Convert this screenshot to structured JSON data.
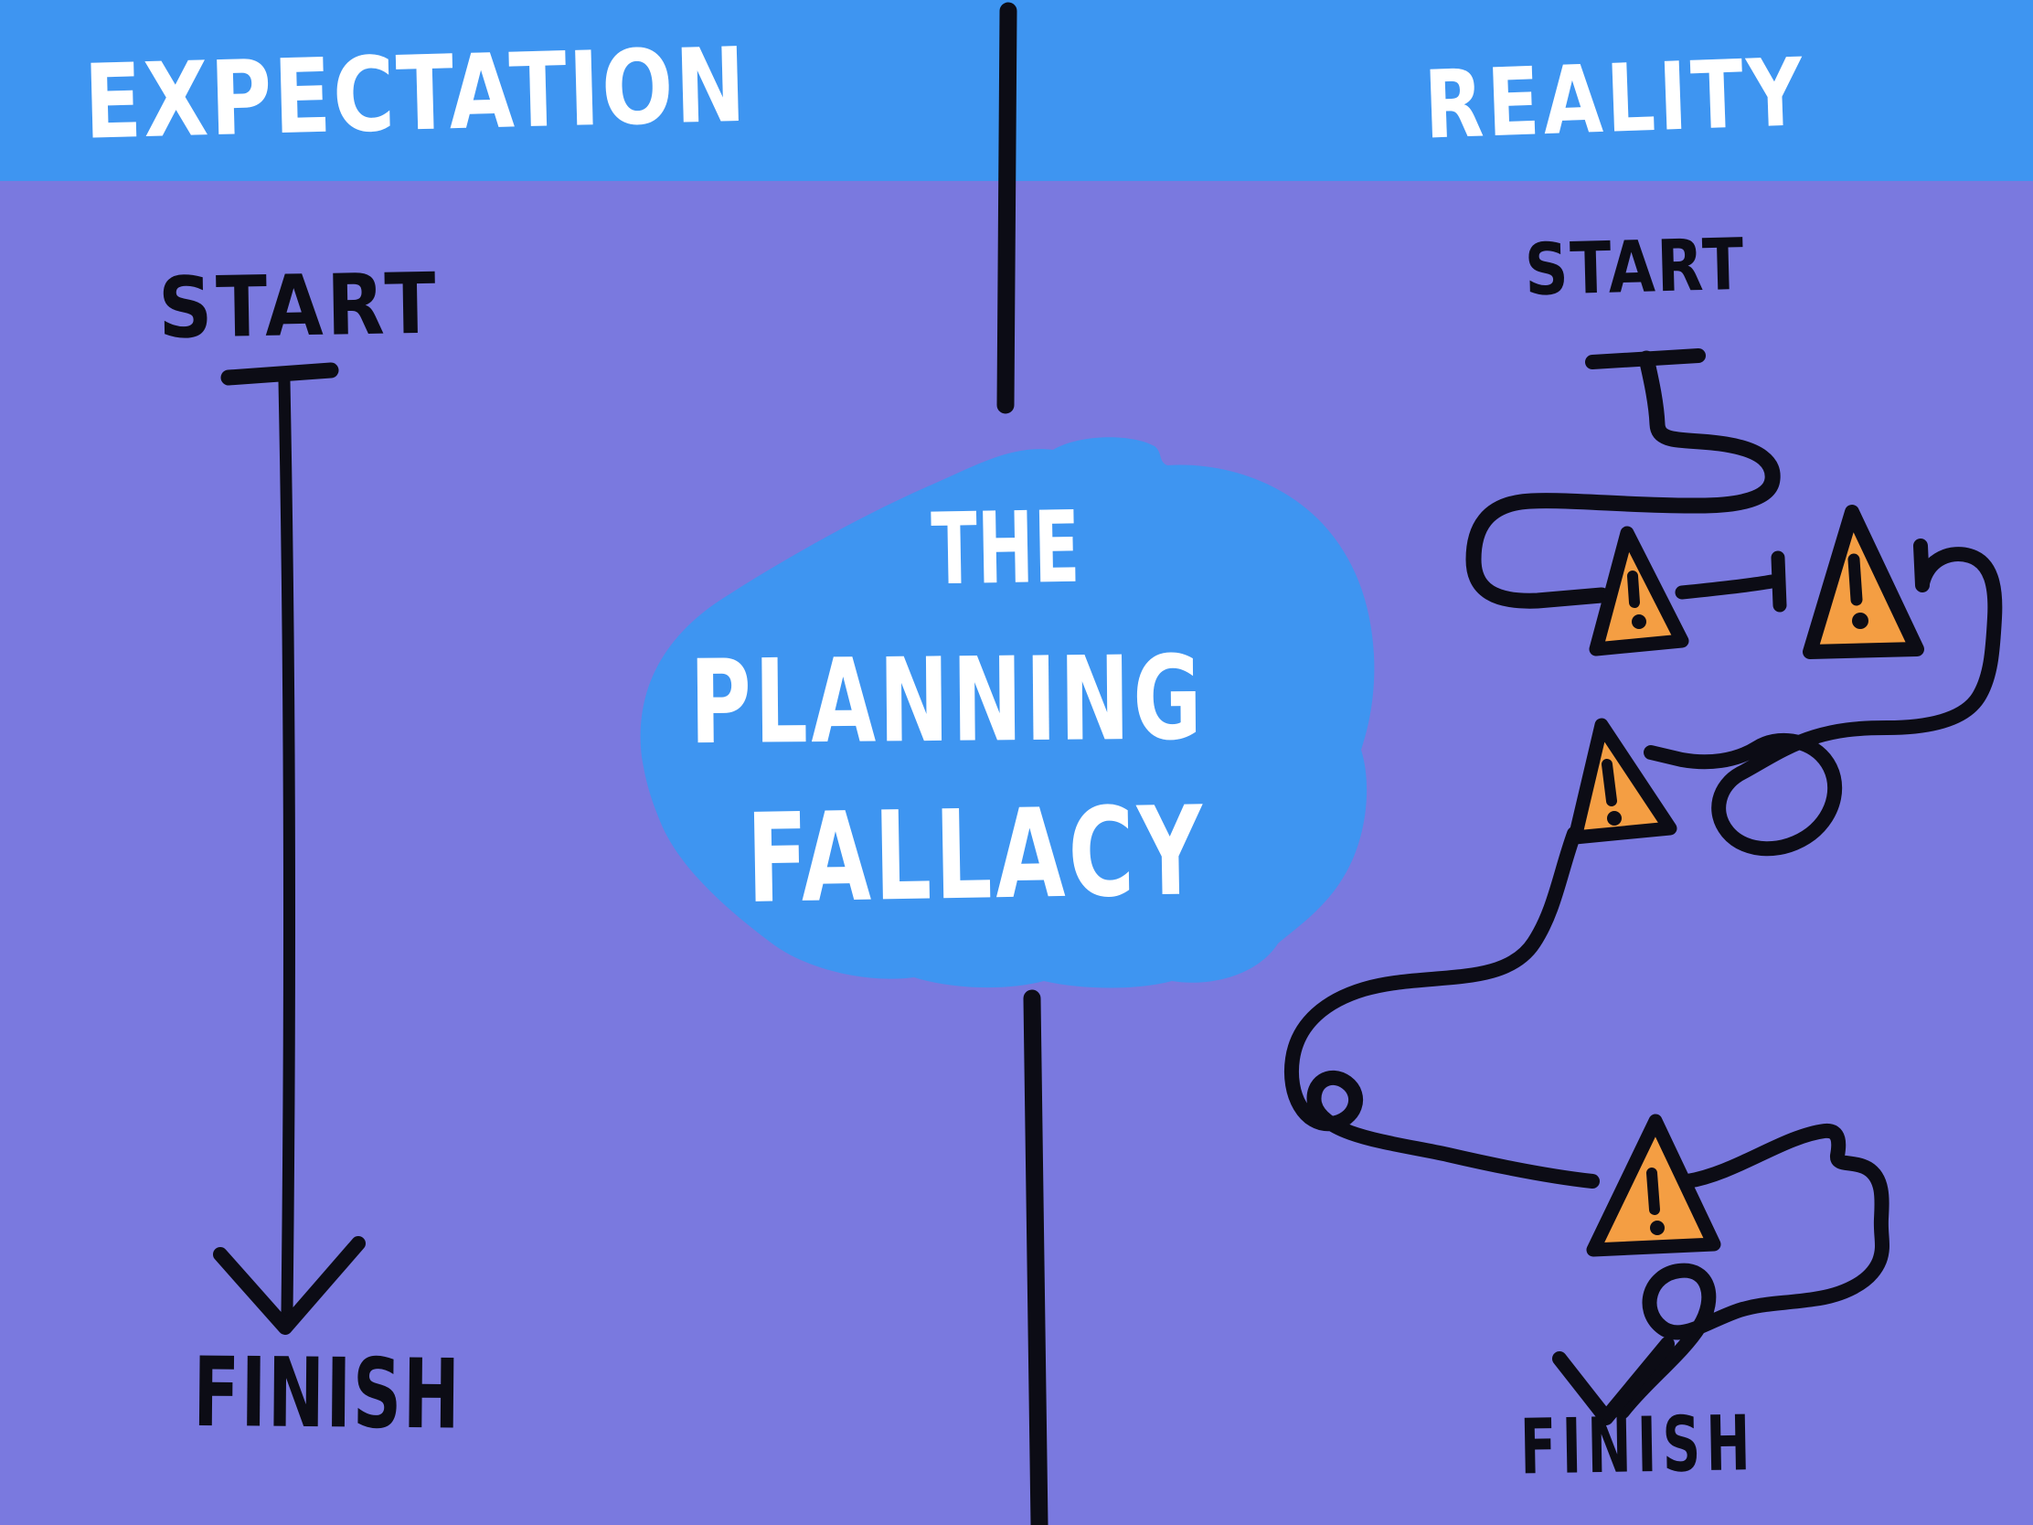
{
  "header": {
    "left_label": "EXPECTATION",
    "right_label": "REALITY"
  },
  "center_blob": {
    "title_line1": "THE",
    "title_line2": "PLANNING",
    "title_line3": "FALLACY"
  },
  "expectation_panel": {
    "start_label": "START",
    "finish_label": "FINISH"
  },
  "reality_panel": {
    "start_label": "START",
    "finish_label": "FINISH",
    "warning_icon_count": 4
  },
  "colors": {
    "banner_blue": "#3E95F1",
    "background_purple": "#7A79DF",
    "blob_blue": "#3E95F1",
    "ink_black": "#0C0C15",
    "text_white": "#FFFFFF",
    "warning_orange": "#F49E43"
  }
}
